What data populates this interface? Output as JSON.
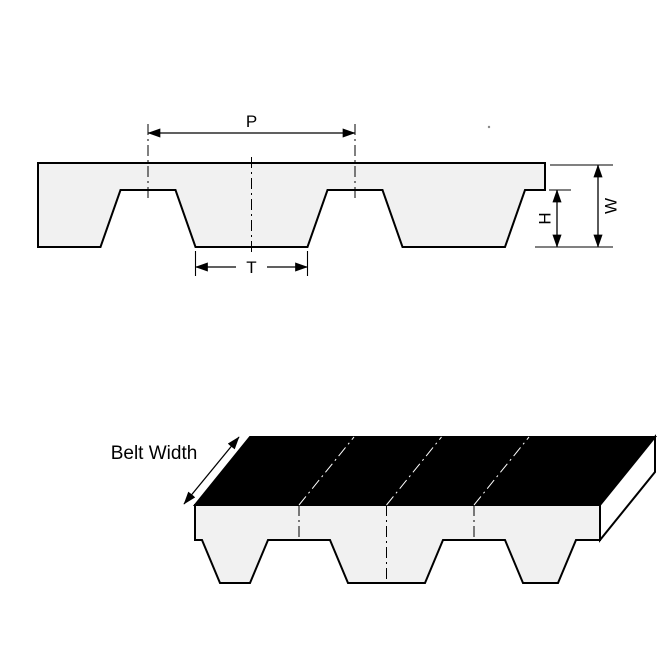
{
  "diagram": {
    "colors": {
      "outline": "#000000",
      "belt_fill": "#f1f1f1",
      "top_face_fill": "#000000",
      "end_face_fill": "#ffffff",
      "dimension": "#000000",
      "centerline_on_black": "#ffffff"
    },
    "profile_view": {
      "pitch_label": "P",
      "tooth_width_label": "T",
      "tooth_height_label": "H",
      "thickness_label": "W"
    },
    "perspective_view": {
      "belt_width_label": "Belt Width"
    }
  }
}
